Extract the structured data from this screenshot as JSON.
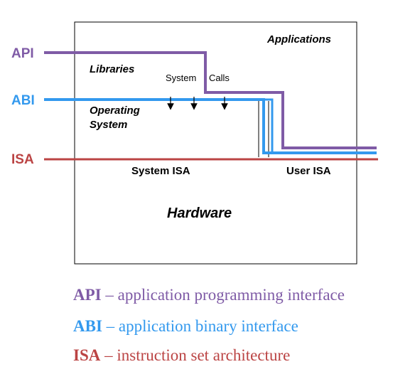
{
  "colors": {
    "api": "#7f5ba6",
    "abi": "#3399ee",
    "isa": "#bb4444",
    "box": "#000000"
  },
  "labels": {
    "api": "API",
    "abi": "ABI",
    "isa": "ISA",
    "applications": "Applications",
    "libraries": "Libraries",
    "operating_system_line1": "Operating",
    "operating_system_line2": "System",
    "system": "System",
    "calls": "Calls",
    "system_isa": "System ISA",
    "user_isa": "User ISA",
    "hardware": "Hardware"
  },
  "legend": [
    {
      "term": "API",
      "separator": " – ",
      "definition": "application programming interface",
      "color": "#7f5ba6"
    },
    {
      "term": "ABI",
      "separator": " – ",
      "definition": "application binary interface",
      "color": "#3399ee"
    },
    {
      "term": "ISA",
      "separator": " – ",
      "definition": "instruction set architecture",
      "color": "#bb4444"
    }
  ]
}
